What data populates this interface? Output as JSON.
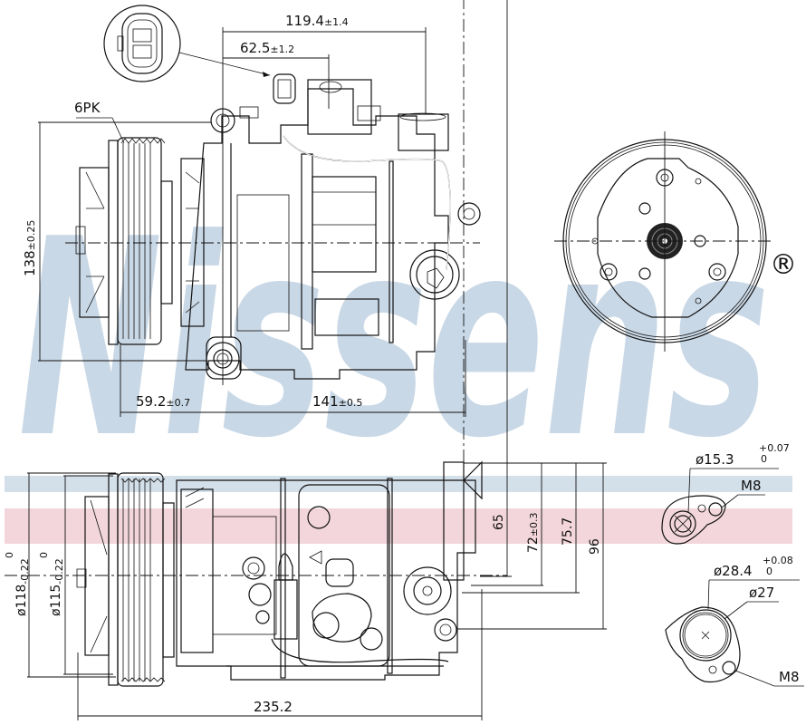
{
  "brand": {
    "watermark": "Nissens",
    "registered_mark": "®",
    "watermark_color": "#c9d8e6",
    "flag_blue": "#d3dfe9",
    "flag_pink": "#f2d6dc"
  },
  "top_view": {
    "belt_label": "6PK",
    "dim_width_total": "119.4",
    "dim_width_total_tol": "±1.4",
    "dim_connector": "62.5",
    "dim_connector_tol": "±1.2",
    "dim_height": "138",
    "dim_height_tol": "±0.25",
    "dim_pulley_to_mount": "59.2",
    "dim_pulley_to_mount_tol": "±0.7",
    "dim_mount_to_end": "141",
    "dim_mount_to_end_tol": "±0.5"
  },
  "bottom_view": {
    "dim_pulley_dia_outer": "ø118",
    "dim_pulley_dia_outer_tol_upper": "0",
    "dim_pulley_dia_outer_tol_lower": "-0.22",
    "dim_pulley_dia_inner": "ø115",
    "dim_pulley_dia_inner_tol_upper": "0",
    "dim_pulley_dia_inner_tol_lower": "-0.22",
    "dim_overall_length": "235.2",
    "dim_port_65": "65",
    "dim_port_72": "72",
    "dim_port_72_tol": "±0.3",
    "dim_port_75": "75.7",
    "dim_port_96": "96"
  },
  "port_small": {
    "dia": "ø15.3",
    "tol_upper": "+0.07",
    "tol_lower": "0",
    "thread": "M8"
  },
  "port_large": {
    "dia_outer": "ø28.4",
    "tol_upper": "+0.08",
    "tol_lower": "0",
    "dia_inner": "ø27",
    "thread": "M8"
  }
}
